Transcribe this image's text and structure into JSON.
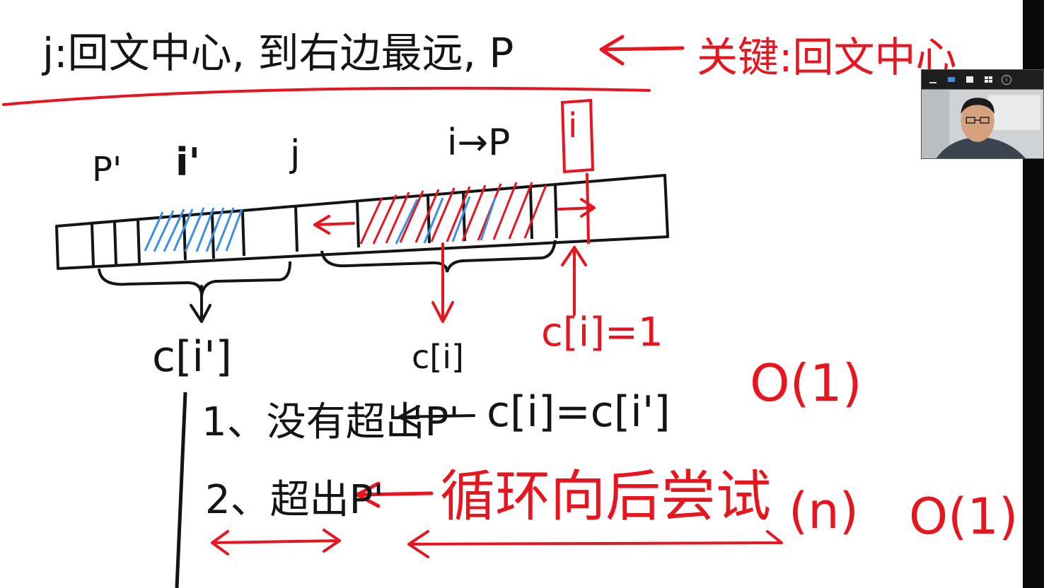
{
  "whiteboard": {
    "heading": "j:回文中心, 到右边最远, P",
    "heading_note": "关键:回文中心",
    "labels": {
      "p_prime": "P'",
      "i_prime": "i'",
      "j": "j",
      "i_to_p": "i→P",
      "i": "i"
    },
    "value_left": "c[i'] ",
    "value_mid": "c[i]",
    "value_right": "c[i]=1",
    "case1_label": "1、没有超出P'",
    "case1_result": "c[i]=c[i']",
    "case1_cost": "O(1)",
    "case2_label": "2、超出P'",
    "case2_result": "循环向后尝试",
    "case2_cost_n": "(n)",
    "case2_cost_1": "O(1)"
  },
  "webcam": {
    "toolbar_icons": [
      "minimize-icon",
      "speaker-view-icon",
      "single-view-icon",
      "grid-view-icon",
      "info-icon"
    ],
    "info_glyph": "i"
  },
  "colors": {
    "ink_black": "#141414",
    "ink_red": "#e8141e",
    "ink_blue": "#3b8ee8",
    "background": "#ffffff"
  }
}
